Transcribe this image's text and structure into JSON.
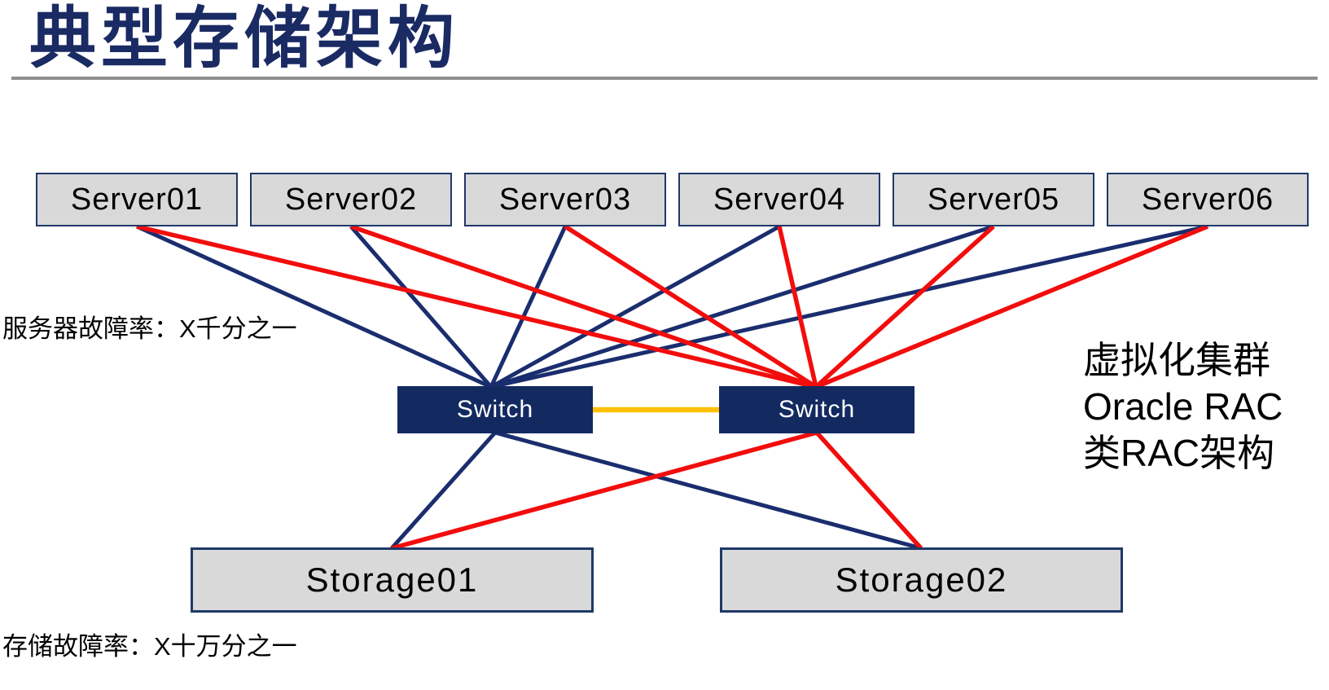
{
  "title": "典型存储架构",
  "servers": [
    {
      "label": "Server01"
    },
    {
      "label": "Server02"
    },
    {
      "label": "Server03"
    },
    {
      "label": "Server04"
    },
    {
      "label": "Server05"
    },
    {
      "label": "Server06"
    }
  ],
  "switches": [
    {
      "label": "Switch"
    },
    {
      "label": "Switch"
    }
  ],
  "storages": [
    {
      "label": "Storage01"
    },
    {
      "label": "Storage02"
    }
  ],
  "annotations": {
    "server_failure_rate": "服务器故障率：X千分之一",
    "storage_failure_rate": "存储故障率：X十万分之一",
    "cluster_note_line1": "虚拟化集群",
    "cluster_note_line2": "Oracle RAC",
    "cluster_note_line3": "类RAC架构"
  },
  "colors": {
    "navy_line": "#1A2D6E",
    "red_line": "#F20D0D",
    "orange_line": "#FFC000",
    "title_navy": "#1A2A63",
    "box_fill_gray": "#D9D9D9",
    "switch_fill_navy": "#132A61",
    "border_navy": "#1F3868",
    "rule_gray": "#8F8F8F"
  },
  "edges": [
    {
      "from": "server-1",
      "to": "switch-left-top",
      "type": "navy"
    },
    {
      "from": "server-2",
      "to": "switch-left-top",
      "type": "navy"
    },
    {
      "from": "server-3",
      "to": "switch-left-top",
      "type": "navy"
    },
    {
      "from": "server-4",
      "to": "switch-left-top",
      "type": "navy"
    },
    {
      "from": "server-5",
      "to": "switch-left-top",
      "type": "navy"
    },
    {
      "from": "server-6",
      "to": "switch-left-top",
      "type": "navy"
    },
    {
      "from": "switch-left-bottom",
      "to": "storage-1-top",
      "type": "navy"
    },
    {
      "from": "switch-left-bottom",
      "to": "storage-2-top",
      "type": "navy"
    },
    {
      "from": "server-1",
      "to": "switch-right-top",
      "type": "red"
    },
    {
      "from": "server-2",
      "to": "switch-right-top",
      "type": "red"
    },
    {
      "from": "server-3",
      "to": "switch-right-top",
      "type": "red"
    },
    {
      "from": "server-4",
      "to": "switch-right-top",
      "type": "red"
    },
    {
      "from": "server-5",
      "to": "switch-right-top",
      "type": "red"
    },
    {
      "from": "server-6",
      "to": "switch-right-top",
      "type": "red"
    },
    {
      "from": "switch-right-bottom",
      "to": "storage-1-top",
      "type": "red"
    },
    {
      "from": "switch-right-bottom",
      "to": "storage-2-top",
      "type": "red"
    },
    {
      "from": "switch-left-right",
      "to": "switch-right-left",
      "type": "orange"
    }
  ]
}
